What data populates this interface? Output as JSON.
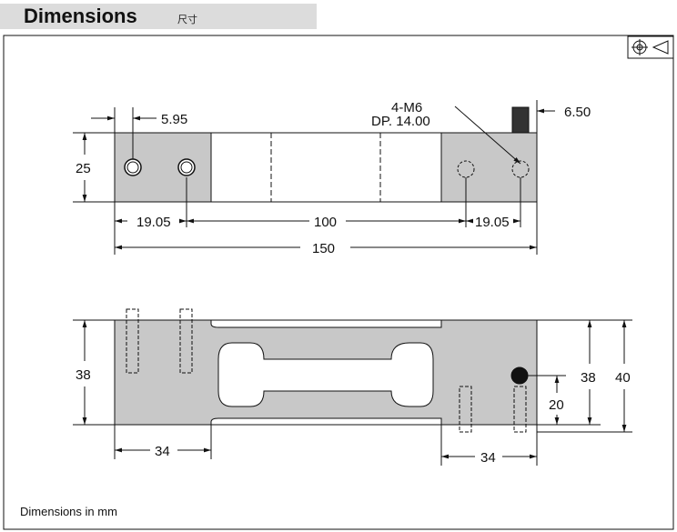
{
  "header": {
    "title": "Dimensions",
    "subtitle": "尺寸"
  },
  "symbol": {
    "name": "third-angle-projection-icon"
  },
  "top_view": {
    "thread_label": "4-M6",
    "depth_label": "DP. 14.00",
    "dims": {
      "height": "25",
      "hole_offset": "5.95",
      "cable_offset": "6.50",
      "left_pitch": "19.05",
      "center": "100",
      "right_pitch": "19.05",
      "length": "150"
    }
  },
  "side_view": {
    "dims": {
      "left_height": "38",
      "right_height": "38",
      "total_height": "40",
      "dot_height": "20",
      "left_width": "34",
      "right_width": "34"
    }
  },
  "footer": {
    "note": "Dimensions in mm"
  },
  "colors": {
    "part": "#c8c8c8",
    "line": "#111111",
    "header_bg": "#dcdcdc"
  }
}
